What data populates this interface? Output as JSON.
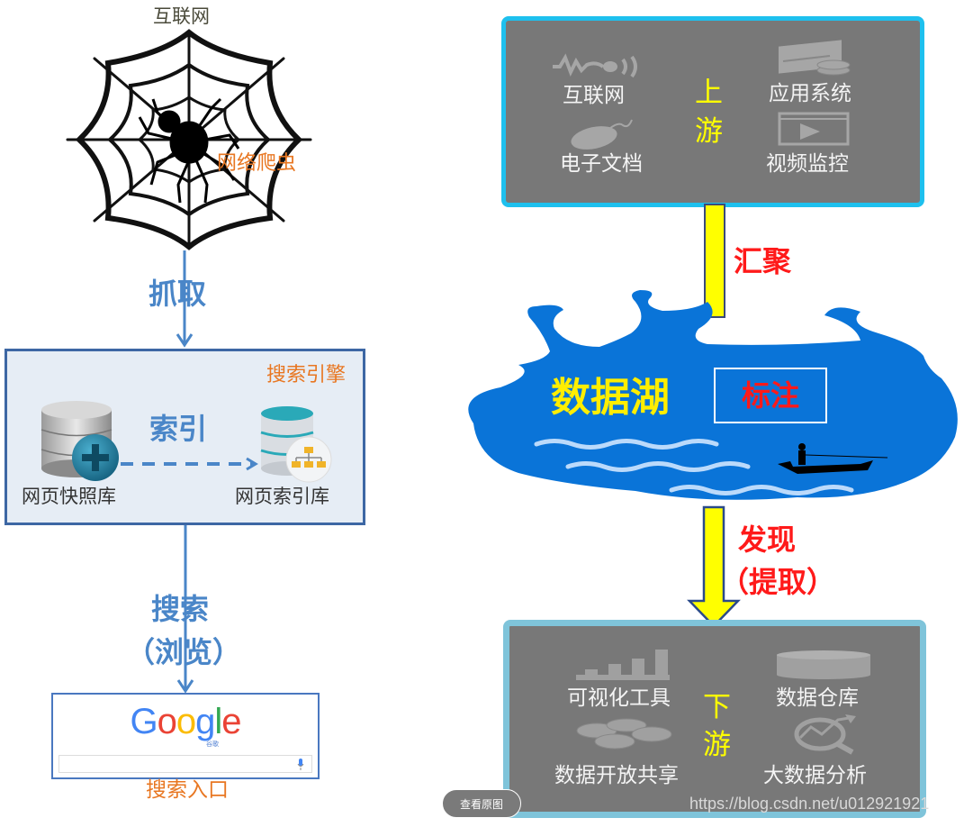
{
  "left": {
    "internet_label": "互联网",
    "crawler_label": "网络爬虫",
    "crawl_label": "抓取",
    "search_engine_label": "搜索引擎",
    "index_label": "索引",
    "snapshot_db_label": "网页快照库",
    "index_db_label": "网页索引库",
    "search_label_line1": "搜索",
    "search_label_line2": "（浏览）",
    "google": {
      "letters": [
        {
          "ch": "G",
          "color": "#4285f4"
        },
        {
          "ch": "o",
          "color": "#ea4335"
        },
        {
          "ch": "o",
          "color": "#fbbc05"
        },
        {
          "ch": "g",
          "color": "#4285f4"
        },
        {
          "ch": "l",
          "color": "#34a853"
        },
        {
          "ch": "e",
          "color": "#ea4335"
        }
      ],
      "sub_label": "谷歌",
      "search_value": ""
    },
    "search_entry_label": "搜索入口"
  },
  "right": {
    "upstream": {
      "side_label_1": "上",
      "side_label_2": "游",
      "items": [
        "互联网",
        "应用系统",
        "电子文档",
        "视频监控"
      ]
    },
    "converge_label": "汇聚",
    "lake_label": "数据湖",
    "tag_label": "标注",
    "discover_label_1": "发现",
    "discover_label_2": "（提取）",
    "downstream": {
      "side_label_1": "下",
      "side_label_2": "游",
      "items": [
        "可视化工具",
        "数据仓库",
        "数据开放共享",
        "大数据分析"
      ]
    }
  },
  "colors": {
    "arrow_blue": "#4a86c8",
    "lake_blue": "#0a74d8",
    "flow_yellow": "#ffff00",
    "label_red": "#ff1a1a",
    "label_orange": "#e87722"
  },
  "watermark": "https://blog.csdn.net/u012921921",
  "view_original_button": "查看原图"
}
